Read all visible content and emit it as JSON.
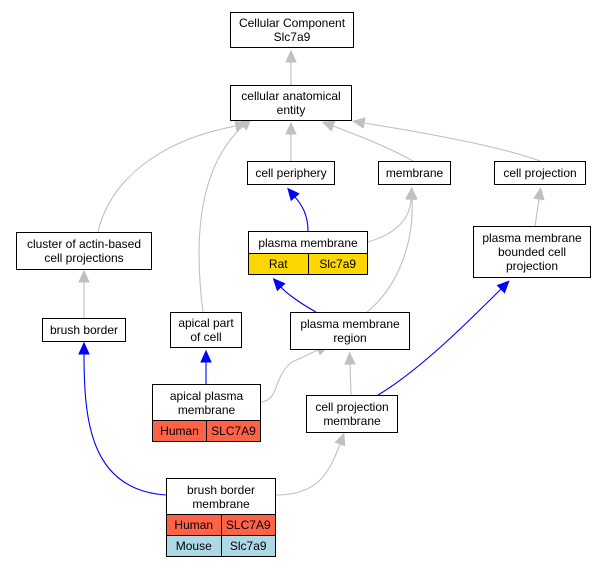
{
  "colors": {
    "edge_gray": "#c0c0c0",
    "edge_blue": "#0000ff",
    "human": "#ff6347",
    "rat": "#ffd700",
    "mouse": "#add8e6"
  },
  "nodes": {
    "cellular_component": {
      "lines": [
        "Cellular Component",
        "Slc7a9"
      ]
    },
    "cellular_anatomical_entity": {
      "lines": [
        "cellular anatomical",
        "entity"
      ]
    },
    "cell_periphery": {
      "lines": [
        "cell periphery"
      ]
    },
    "membrane": {
      "lines": [
        "membrane"
      ]
    },
    "cell_projection": {
      "lines": [
        "cell projection"
      ]
    },
    "cluster_actin": {
      "lines": [
        "cluster of actin-based",
        "cell projections"
      ]
    },
    "plasma_membrane": {
      "lines": [
        "plasma membrane"
      ],
      "rows": [
        {
          "species": "Rat",
          "gene": "Slc7a9",
          "color": "rat"
        }
      ]
    },
    "pm_bounded_projection": {
      "lines": [
        "plasma membrane",
        "bounded cell",
        "projection"
      ]
    },
    "brush_border": {
      "lines": [
        "brush border"
      ]
    },
    "apical_part": {
      "lines": [
        "apical part",
        "of cell"
      ]
    },
    "pm_region": {
      "lines": [
        "plasma membrane",
        "region"
      ]
    },
    "apical_pm": {
      "lines": [
        "apical plasma",
        "membrane"
      ],
      "rows": [
        {
          "species": "Human",
          "gene": "SLC7A9",
          "color": "human"
        }
      ]
    },
    "cell_projection_membrane": {
      "lines": [
        "cell projection",
        "membrane"
      ]
    },
    "brush_border_membrane": {
      "lines": [
        "brush border",
        "membrane"
      ],
      "rows": [
        {
          "species": "Human",
          "gene": "SLC7A9",
          "color": "human"
        },
        {
          "species": "Mouse",
          "gene": "Slc7a9",
          "color": "mouse"
        }
      ]
    }
  },
  "edges": [
    {
      "from": "cellular_anatomical_entity",
      "to": "cellular_component",
      "color": "edge_gray"
    },
    {
      "from": "cell_periphery",
      "to": "cellular_anatomical_entity",
      "color": "edge_gray"
    },
    {
      "from": "membrane",
      "to": "cellular_anatomical_entity",
      "color": "edge_gray"
    },
    {
      "from": "cell_projection",
      "to": "cellular_anatomical_entity",
      "color": "edge_gray"
    },
    {
      "from": "cluster_actin",
      "to": "cellular_anatomical_entity",
      "color": "edge_gray"
    },
    {
      "from": "apical_part",
      "to": "cellular_anatomical_entity",
      "color": "edge_gray"
    },
    {
      "from": "plasma_membrane",
      "to": "cell_periphery",
      "color": "edge_blue"
    },
    {
      "from": "plasma_membrane",
      "to": "membrane",
      "color": "edge_gray"
    },
    {
      "from": "pm_bounded_projection",
      "to": "cell_projection",
      "color": "edge_gray"
    },
    {
      "from": "brush_border",
      "to": "cluster_actin",
      "color": "edge_gray"
    },
    {
      "from": "pm_region",
      "to": "plasma_membrane",
      "color": "edge_blue"
    },
    {
      "from": "pm_region",
      "to": "membrane",
      "color": "edge_gray"
    },
    {
      "from": "apical_pm",
      "to": "apical_part",
      "color": "edge_blue"
    },
    {
      "from": "apical_pm",
      "to": "pm_region",
      "color": "edge_gray"
    },
    {
      "from": "cell_projection_membrane",
      "to": "pm_region",
      "color": "edge_gray"
    },
    {
      "from": "cell_projection_membrane",
      "to": "pm_bounded_projection",
      "color": "edge_blue"
    },
    {
      "from": "brush_border_membrane",
      "to": "brush_border",
      "color": "edge_blue"
    },
    {
      "from": "brush_border_membrane",
      "to": "cell_projection_membrane",
      "color": "edge_gray"
    }
  ]
}
